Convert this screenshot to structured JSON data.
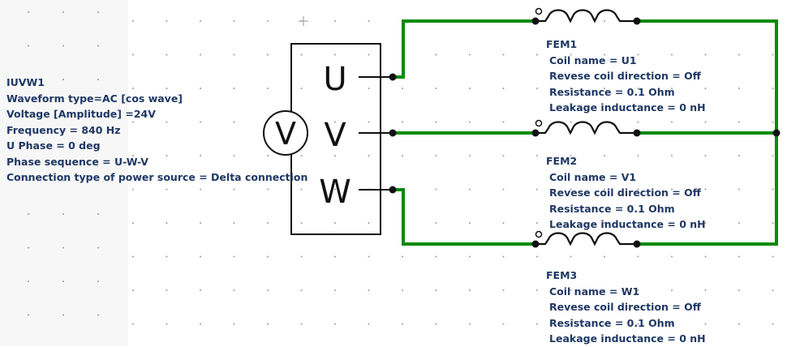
{
  "source": {
    "id": "IUVW1",
    "symbol": "V",
    "terminals": [
      "U",
      "V",
      "W"
    ],
    "properties": [
      "IUVW1",
      "Waveform type=AC [cos wave]",
      "Voltage [Amplitude] =24V",
      "Frequency = 840 Hz",
      "U Phase = 0 deg",
      "Phase sequence = U-W-V",
      "Connection type of power source = Delta connection"
    ]
  },
  "coils": [
    {
      "title": "FEM1",
      "lines": [
        "Coil name = U1",
        "Revese coil direction = Off",
        "Resistance = 0.1 Ohm",
        "Leakage inductance = 0 nH"
      ]
    },
    {
      "title": "FEM2",
      "lines": [
        "Coil name = V1",
        "Revese coil direction = Off",
        "Resistance = 0.1 Ohm",
        "Leakage inductance = 0 nH"
      ]
    },
    {
      "title": "FEM3",
      "lines": [
        "Coil name = W1",
        "Revese coil direction = Off",
        "Resistance = 0.1 Ohm",
        "Leakage inductance = 0 nH"
      ]
    }
  ],
  "colors": {
    "wire": "#0a8a0a",
    "component": "#111111",
    "text": "#1f3864",
    "grid_dot": "#9a9a9a"
  }
}
